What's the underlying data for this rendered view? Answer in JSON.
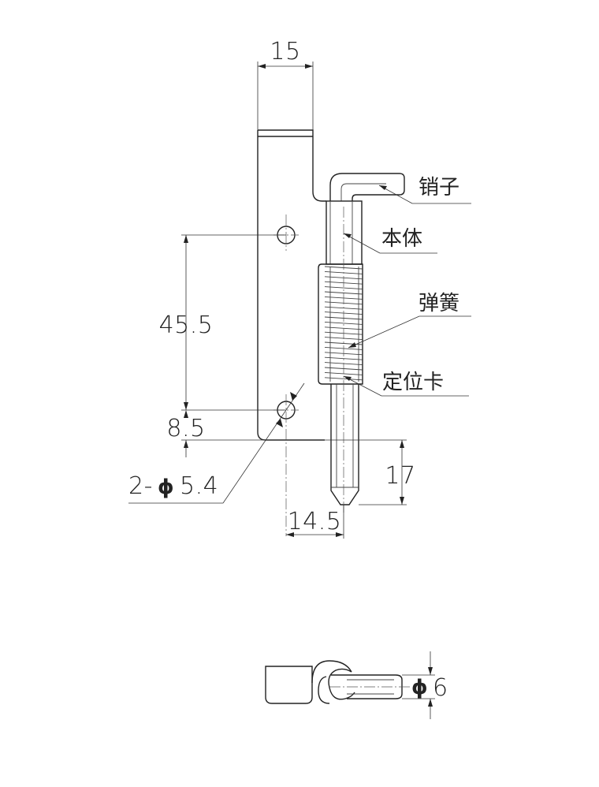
{
  "dimensions": {
    "top_width": "15",
    "hole_spacing": "45.5",
    "hole_to_bottom": "8.5",
    "holes_prefix": "2-",
    "holes_symbol": "ϕ",
    "holes_value": "5.4",
    "pin_protrusion": "17",
    "hole_to_pin": "14.5",
    "pin_dia_symbol": "ϕ",
    "pin_dia_value": "6"
  },
  "labels": {
    "pin": "销子",
    "body": "本体",
    "spring": "弹簧",
    "stop": "定位卡"
  }
}
